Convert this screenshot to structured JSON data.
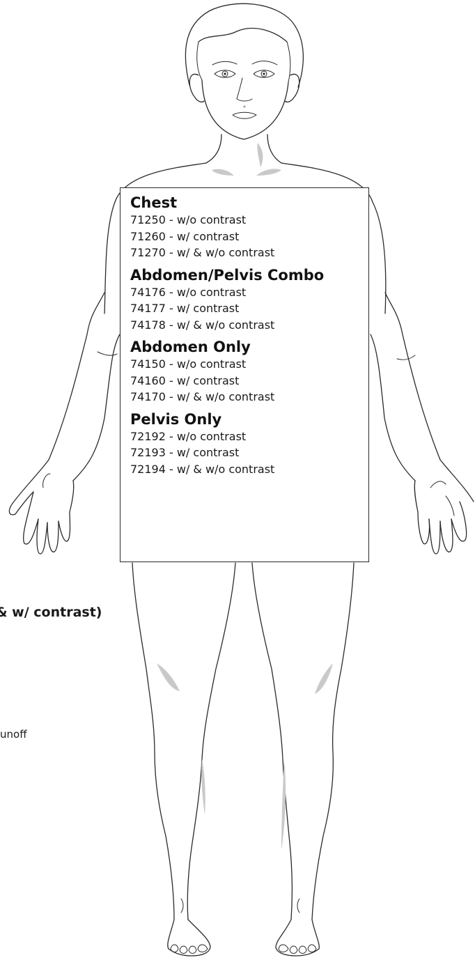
{
  "cpt_box": {
    "sections": [
      {
        "title": "Chest",
        "lines": [
          "71250 - w/o contrast",
          "71260 - w/ contrast",
          "71270 - w/ & w/o contrast"
        ]
      },
      {
        "title": "Abdomen/Pelvis Combo",
        "lines": [
          "74176 - w/o contrast",
          "74177 - w/ contrast",
          "74178 - w/ & w/o contrast"
        ]
      },
      {
        "title": "Abdomen Only",
        "lines": [
          "74150 - w/o contrast",
          "74160 - w/ contrast",
          "74170 - w/ & w/o contrast"
        ]
      },
      {
        "title": "Pelvis Only",
        "lines": [
          "72192 - w/o contrast",
          "72193 - w/ contrast",
          "72194 - w/ & w/o contrast"
        ]
      }
    ]
  },
  "cutoff_text": {
    "bold_fragment": "& w/ contrast)",
    "plain_fragment": "unoff"
  }
}
